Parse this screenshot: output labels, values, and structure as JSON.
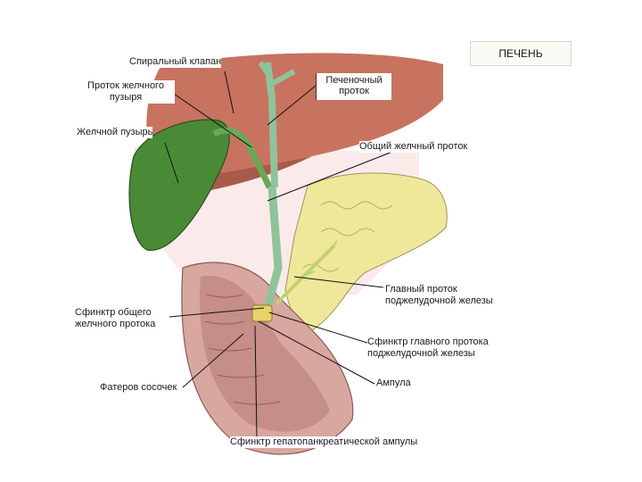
{
  "labels": {
    "liver": "ПЕЧЕНЬ",
    "spiral_valve": "Спиральный клапан",
    "cystic_duct_l1": "Проток желчного",
    "cystic_duct_l2": "пузыря",
    "gallbladder": "Желчной пузырь",
    "hepatic_duct_l1": "Печеночный",
    "hepatic_duct_l2": "проток",
    "common_bile_duct": "Общий желчный проток",
    "main_pancreatic_duct_l1": "Главный проток",
    "main_pancreatic_duct_l2": "поджелудочной железы",
    "sphincter_common_l1": "Сфинктр общего",
    "sphincter_common_l2": "желчного протока",
    "sphincter_pancreatic_l1": "Сфинктр главного протока",
    "sphincter_pancreatic_l2": "поджелудочной железы",
    "ampulla": "Ампула",
    "vater_papilla": "Фатеров сосочек",
    "sphincter_ampulla": "Сфинктр гепатопанкреатической ампулы"
  },
  "colors": {
    "liver": "#c8735f",
    "gallbladder": "#4a8a36",
    "pancreas": "#efe79a",
    "duodenum": "#c58e86",
    "ducts": "#8fc39a"
  }
}
